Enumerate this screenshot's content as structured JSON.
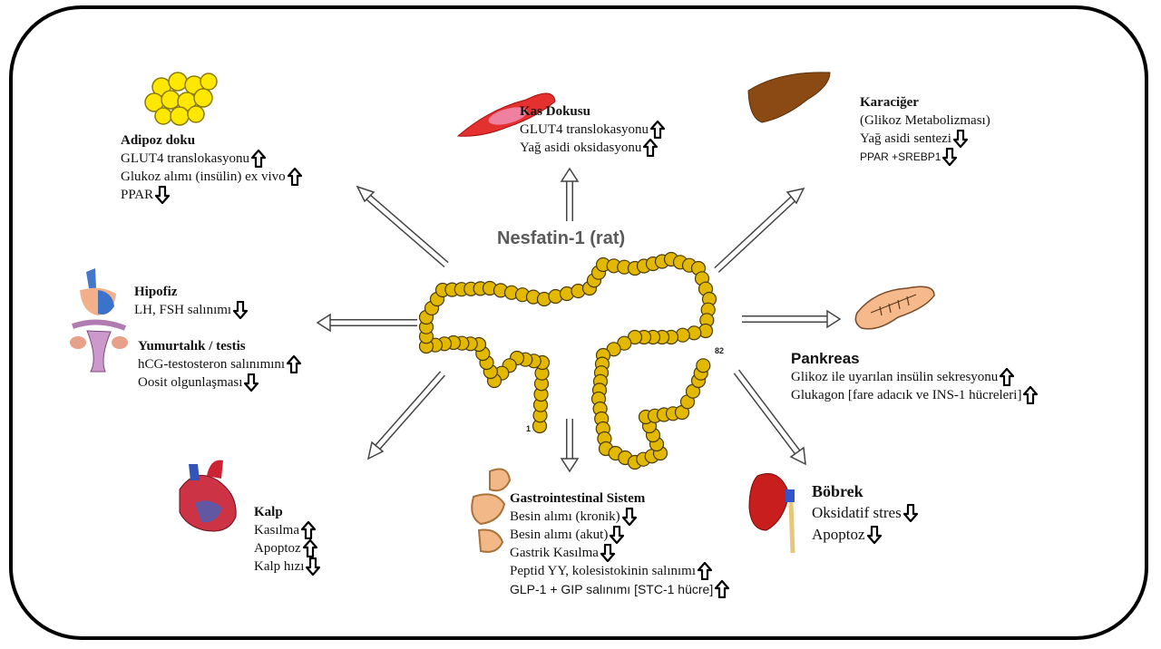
{
  "center": {
    "title": "Nesfatin-1 (rat)",
    "chain_start": "1",
    "chain_end": "82"
  },
  "adipose": {
    "title": "Adipoz doku",
    "lines": [
      {
        "text": "GLUT4 translokasyonu",
        "dir": "up"
      },
      {
        "text": "Glukoz alımı (insülin) ex vivo",
        "dir": "up"
      },
      {
        "text": "PPAR",
        "dir": "down"
      }
    ]
  },
  "muscle": {
    "title": "Kas Dokusu",
    "lines": [
      {
        "text": "GLUT4 translokasyonu",
        "dir": "up"
      },
      {
        "text": "Yağ asidi oksidasyonu",
        "dir": "up"
      }
    ]
  },
  "liver": {
    "title": "Karaciğer",
    "lines": [
      {
        "text": "(Glikoz Metabolizması)",
        "dir": "none"
      },
      {
        "text": "Yağ asidi sentezi",
        "dir": "down"
      },
      {
        "text": "PPAR +SREBP1",
        "dir": "down"
      }
    ]
  },
  "pituitary": {
    "title": "Hipofiz",
    "lines": [
      {
        "text": "LH, FSH salınımı",
        "dir": "down"
      }
    ]
  },
  "gonad": {
    "title": "Yumurtalık / testis",
    "lines": [
      {
        "text": "hCG-testosteron salınımını",
        "dir": "up"
      },
      {
        "text": "Oosit olgunlaşması",
        "dir": "down"
      }
    ]
  },
  "pancreas": {
    "title": "Pankreas",
    "lines": [
      {
        "text": "Glikoz ile uyarılan insülin sekresyonu",
        "dir": "up"
      },
      {
        "text": "Glukagon [fare adacık ve INS-1 hücreleri]",
        "dir": "up"
      }
    ]
  },
  "heart": {
    "title": "Kalp",
    "lines": [
      {
        "text": "Kasılma",
        "dir": "up"
      },
      {
        "text": "Apoptoz",
        "dir": "up"
      },
      {
        "text": "Kalp hızı",
        "dir": "down"
      }
    ]
  },
  "gi": {
    "title": "Gastrointestinal Sistem",
    "lines": [
      {
        "text": "Besin alımı (kronik)",
        "dir": "down"
      },
      {
        "text": "Besin alımı (akut)",
        "dir": "down"
      },
      {
        "text": "Gastrik Kasılma",
        "dir": "down"
      },
      {
        "text": "Peptid YY, kolesistokinin salınımı",
        "dir": "up"
      },
      {
        "text": "GLP-1 + GIP salınımı [STC-1 hücre]",
        "dir": "up"
      }
    ]
  },
  "kidney": {
    "title": "Böbrek",
    "lines": [
      {
        "text": "Oksidatif stres",
        "dir": "down"
      },
      {
        "text": "Apoptoz",
        "dir": "down"
      }
    ]
  },
  "colors": {
    "bead": "#e3b800",
    "bead_stroke": "#4a3b00",
    "liver": "#8b4a14",
    "muscle": "#e03030",
    "pancreas": "#f5b98b",
    "kidney": "#c81e1e",
    "fat": "#ffe800"
  }
}
